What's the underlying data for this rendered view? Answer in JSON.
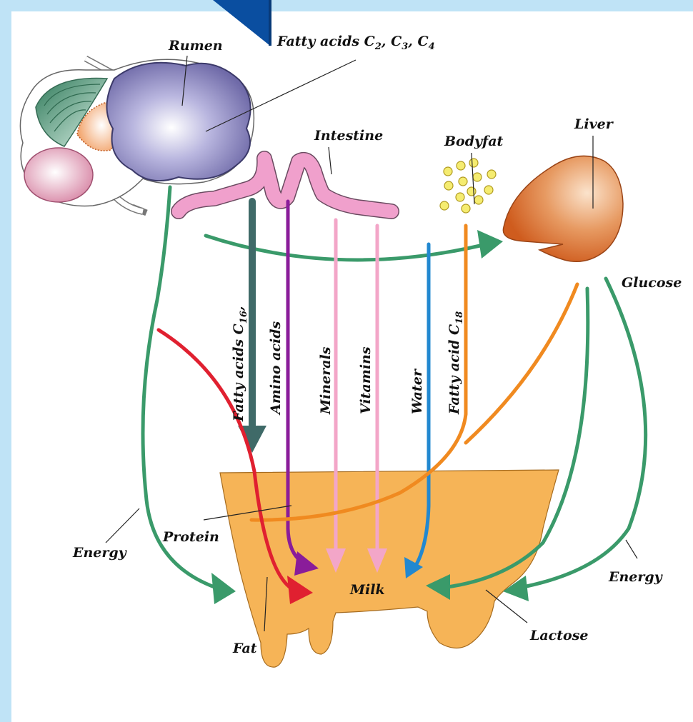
{
  "labels": {
    "rumen": "Rumen",
    "fatty_acids_short": {
      "text": "Fatty acids C",
      "s1": "2",
      "s2": "3",
      "s3": "4"
    },
    "intestine": "Intestine",
    "bodyfat": "Bodyfat",
    "liver": "Liver",
    "glucose": "Glucose",
    "fatty_acids_c16": {
      "text": "Fatty acids C",
      "sub": "16",
      "suffix": ","
    },
    "amino_acids": "Amino acids",
    "minerals": "Minerals",
    "vitamins": "Vitamins",
    "water": "Water",
    "fatty_acid_c18": {
      "text": "Fatty acid C",
      "sub": "18"
    },
    "protein": "Protein",
    "energy_left": "Energy",
    "energy_right": "Energy",
    "milk": "Milk",
    "fat": "Fat",
    "lactose": "Lactose"
  },
  "colors": {
    "frame": "#bfe3f6",
    "background": "#ffffff",
    "corner_accent": "#0a4ea0",
    "energy_green": "#3a9a6a",
    "fatty_acids_c16": "#3f6a68",
    "amino_acids": "#8a1c9a",
    "minerals_vitamins": "#f3a6c8",
    "water": "#2288d0",
    "fatty_acid_c18": "#f08a20",
    "fat_red": "#e02030",
    "udder": "#f6b457",
    "liver": "#d96e2e",
    "rumen": "#8e8bc3",
    "intestine": "#f0a0cc",
    "bodyfat_dot": "#f5ec70"
  }
}
